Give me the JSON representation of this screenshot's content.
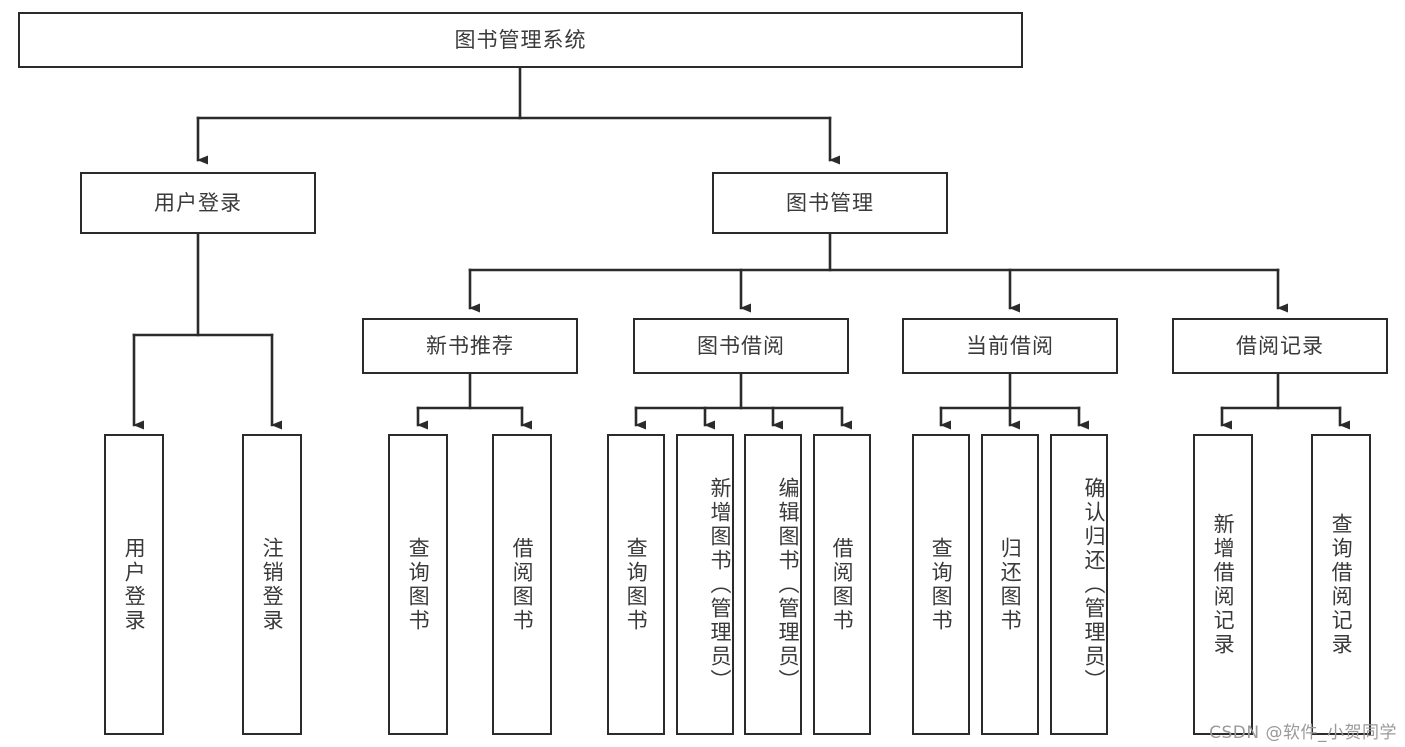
{
  "diagram": {
    "title": "图书管理系统",
    "type": "tree",
    "watermark": "CSDN @软件_小贺同学",
    "line_color": "#2b2b2b",
    "text_color": "#3a3a3a",
    "box_fill": "#ffffff",
    "root": {
      "label": "图书管理系统"
    },
    "level2": [
      {
        "label": "用户登录"
      },
      {
        "label": "图书管理"
      }
    ],
    "level3": [
      {
        "label": "新书推荐"
      },
      {
        "label": "图书借阅"
      },
      {
        "label": "当前借阅"
      },
      {
        "label": "借阅记录"
      }
    ],
    "leaves": {
      "user_login": [
        {
          "label": "用户登录"
        },
        {
          "label": "注销登录"
        }
      ],
      "new_book_recommend": [
        {
          "label": "查询图书"
        },
        {
          "label": "借阅图书"
        }
      ],
      "book_borrow": [
        {
          "label": "查询图书"
        },
        {
          "label": "新增图书（管理员）"
        },
        {
          "label": "编辑图书（管理员）"
        },
        {
          "label": "借阅图书"
        }
      ],
      "current_borrow": [
        {
          "label": "查询图书"
        },
        {
          "label": "归还图书"
        },
        {
          "label": "确认归还（管理员）"
        }
      ],
      "borrow_record": [
        {
          "label": "新增借阅记录"
        },
        {
          "label": "查询借阅记录"
        }
      ]
    }
  }
}
